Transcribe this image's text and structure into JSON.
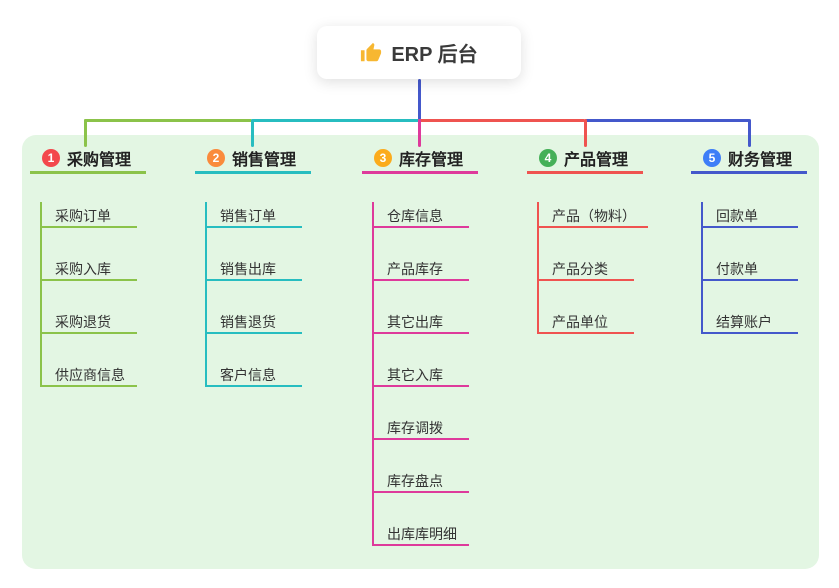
{
  "root": {
    "label": "ERP 后台",
    "icon": "thumbs-up-icon",
    "icon_color": "#f7b731"
  },
  "colors": {
    "canvas_bg": "#e3f6e3",
    "root_connector": "#4458cb"
  },
  "branches": [
    {
      "num": "1",
      "title": "采购管理",
      "color": "#8bc34a",
      "badge_color": "#f3484c",
      "children": [
        "采购订单",
        "采购入库",
        "采购退货",
        "供应商信息"
      ]
    },
    {
      "num": "2",
      "title": "销售管理",
      "color": "#27bdc0",
      "badge_color": "#fa8b3c",
      "children": [
        "销售订单",
        "销售出库",
        "销售退货",
        "客户信息"
      ]
    },
    {
      "num": "3",
      "title": "库存管理",
      "color": "#de3a9b",
      "badge_color": "#fbab1c",
      "children": [
        "仓库信息",
        "产品库存",
        "其它出库",
        "其它入库",
        "库存调拨",
        "库存盘点",
        "出库库明细"
      ]
    },
    {
      "num": "4",
      "title": "产品管理",
      "color": "#ef5350",
      "badge_color": "#45b058",
      "children": [
        "产品（物料）",
        "产品分类",
        "产品单位"
      ]
    },
    {
      "num": "5",
      "title": "财务管理",
      "color": "#4458cb",
      "badge_color": "#3e7ef7",
      "children": [
        "回款单",
        "付款单",
        "结算账户"
      ]
    }
  ]
}
